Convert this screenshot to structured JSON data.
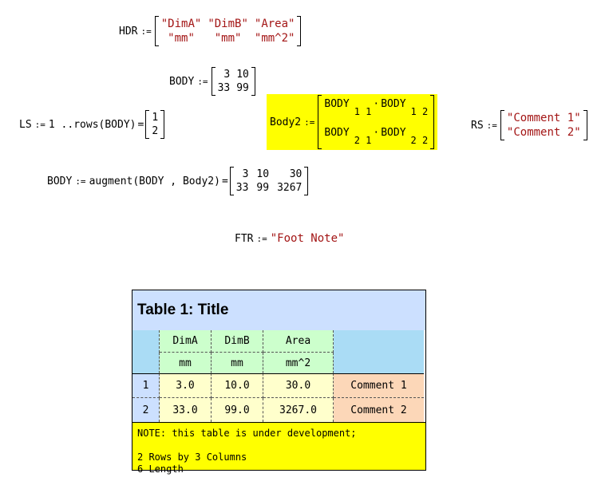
{
  "hdr": {
    "name": "HDR",
    "op": ":=",
    "row1": [
      "\"DimA\"",
      "\"DimB\"",
      "\"Area\""
    ],
    "row2": [
      "\"mm\"",
      "\"mm\"",
      "\"mm^2\""
    ]
  },
  "body": {
    "name": "BODY",
    "op": ":=",
    "cells": [
      "3",
      "10",
      "33",
      "99"
    ]
  },
  "ls": {
    "lhs": "LS",
    "op": ":=",
    "expr": "1 ..rows(BODY)",
    "eq": "=",
    "cells": [
      "1",
      "2"
    ]
  },
  "body2": {
    "name": "Body2",
    "op": ":=",
    "cells": [
      {
        "a": "BODY",
        "asub": "1 1",
        "b": "BODY",
        "bsub": "1 2"
      },
      {
        "a": "BODY",
        "asub": "2 1",
        "b": "BODY",
        "bsub": "2 2"
      }
    ],
    "highlight_color": "#ffff00"
  },
  "rs": {
    "name": "RS",
    "op": ":=",
    "cells": [
      "\"Comment 1\"",
      "\"Comment 2\""
    ]
  },
  "augment": {
    "lhs": "BODY",
    "op": ":=",
    "expr": "augment(BODY , Body2)",
    "eq": "=",
    "cells": [
      "3",
      "10",
      "30",
      "33",
      "99",
      "3267"
    ]
  },
  "ftr": {
    "name": "FTR",
    "op": ":=",
    "value": "\"Foot Note\""
  },
  "table": {
    "title": "Table 1: Title",
    "headers": [
      "DimA",
      "DimB",
      "Area"
    ],
    "units": [
      "mm",
      "mm",
      "mm^2"
    ],
    "rows": [
      {
        "num": "1",
        "values": [
          "3.0",
          "10.0",
          "30.0"
        ],
        "comment": "Comment 1"
      },
      {
        "num": "2",
        "values": [
          "33.0",
          "99.0",
          "3267.0"
        ],
        "comment": "Comment 2"
      }
    ],
    "footer_lines": [
      "NOTE: this table is under development;",
      "",
      "2 Rows by 3 Columns",
      "6 Length"
    ],
    "colors": {
      "title_bg": "#cce0ff",
      "header_bg": "#ccffcc",
      "side_bg": "#aadcf5",
      "data_bg": "#ffffcc",
      "comment_bg": "#fcd7b8",
      "footer_bg": "#ffff00"
    }
  }
}
